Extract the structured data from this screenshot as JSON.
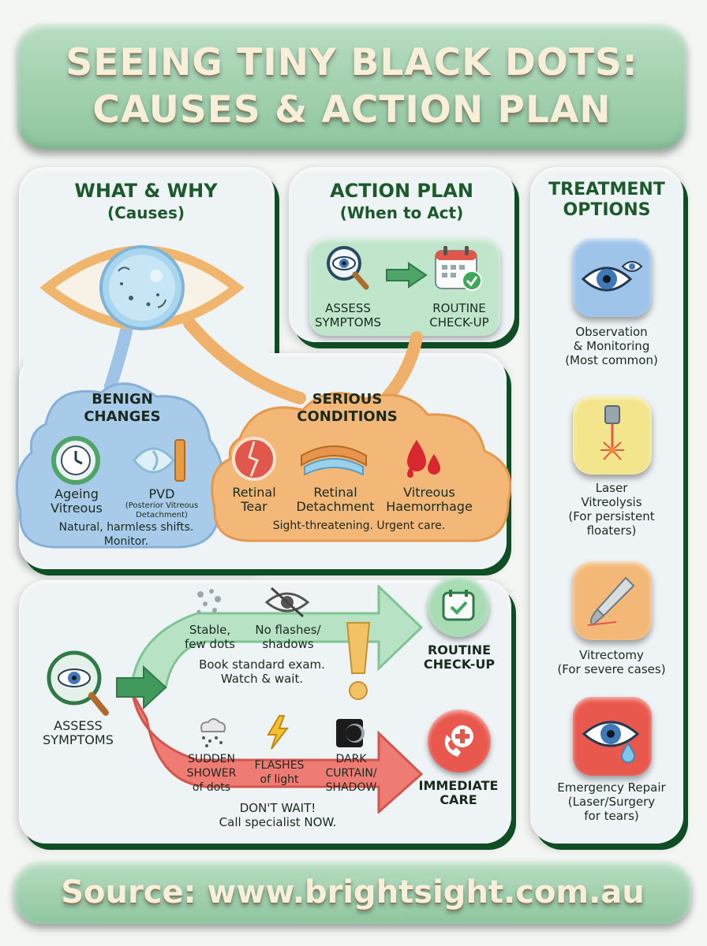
{
  "title": {
    "line1": "SEEING TINY BLACK DOTS:",
    "line2": "CAUSES & ACTION PLAN"
  },
  "what_why": {
    "heading": "WHAT & WHY",
    "subheading": "(Causes)",
    "benign": {
      "title_line1": "BENIGN",
      "title_line2": "CHANGES",
      "item1_line1": "Ageing",
      "item1_line2": "Vitreous",
      "item2_line1": "PVD",
      "item2_sub": "(Posterior Vitreous Detachment)",
      "note_line1": "Natural, harmless shifts.",
      "note_line2": "Monitor."
    },
    "serious": {
      "title_line1": "SERIOUS",
      "title_line2": "CONDITIONS",
      "item1_line1": "Retinal",
      "item1_line2": "Tear",
      "item2_line1": "Retinal",
      "item2_line2": "Detachment",
      "item3_line1": "Vitreous",
      "item3_line2": "Haemorrhage",
      "note": "Sight-threatening. Urgent care."
    }
  },
  "action_plan": {
    "heading": "ACTION PLAN",
    "subheading": "(When to Act)",
    "step1_line1": "ASSESS",
    "step1_line2": "SYMPTOMS",
    "step2_line1": "ROUTINE",
    "step2_line2": "CHECK-UP"
  },
  "flow": {
    "start_line1": "ASSESS",
    "start_line2": "SYMPTOMS",
    "green": {
      "sym1_line1": "Stable,",
      "sym1_line2": "few dots",
      "sym2_line1": "No flashes/",
      "sym2_line2": "shadows",
      "note_line1": "Book standard exam.",
      "note_line2": "Watch & wait.",
      "dest_line1": "ROUTINE",
      "dest_line2": "CHECK-UP"
    },
    "red": {
      "sym1_line1": "SUDDEN",
      "sym1_line2": "SHOWER",
      "sym1_line3": "of dots",
      "sym2_line1": "FLASHES",
      "sym2_line2": "of light",
      "sym3_line1": "DARK",
      "sym3_line2": "CURTAIN/",
      "sym3_line3": "SHADOW",
      "note_line1": "DON'T WAIT!",
      "note_line2": "Call specialist NOW.",
      "dest_line1": "IMMEDIATE",
      "dest_line2": "CARE"
    }
  },
  "treatment": {
    "heading_line1": "TREATMENT",
    "heading_line2": "OPTIONS",
    "opt1": {
      "l1": "Observation",
      "l2": "& Monitoring",
      "l3": "(Most common)"
    },
    "opt2": {
      "l1": "Laser",
      "l2": "Vitreolysis",
      "l3": "(For persistent",
      "l4": "floaters)"
    },
    "opt3": {
      "l1": "Vitrectomy",
      "l2": "(For severe cases)"
    },
    "opt4": {
      "l1": "Emergency Repair",
      "l2": "(Laser/Surgery",
      "l3": "for tears)"
    }
  },
  "footer": "Source: www.brightsight.com.au",
  "colors": {
    "brand_green": "#0f4d25",
    "banner_green": "#9fcfad",
    "benign_blue": "#a9cbea",
    "serious_orange": "#f3b877",
    "route_green": "#b7e2c4",
    "route_red": "#ef7c74"
  }
}
